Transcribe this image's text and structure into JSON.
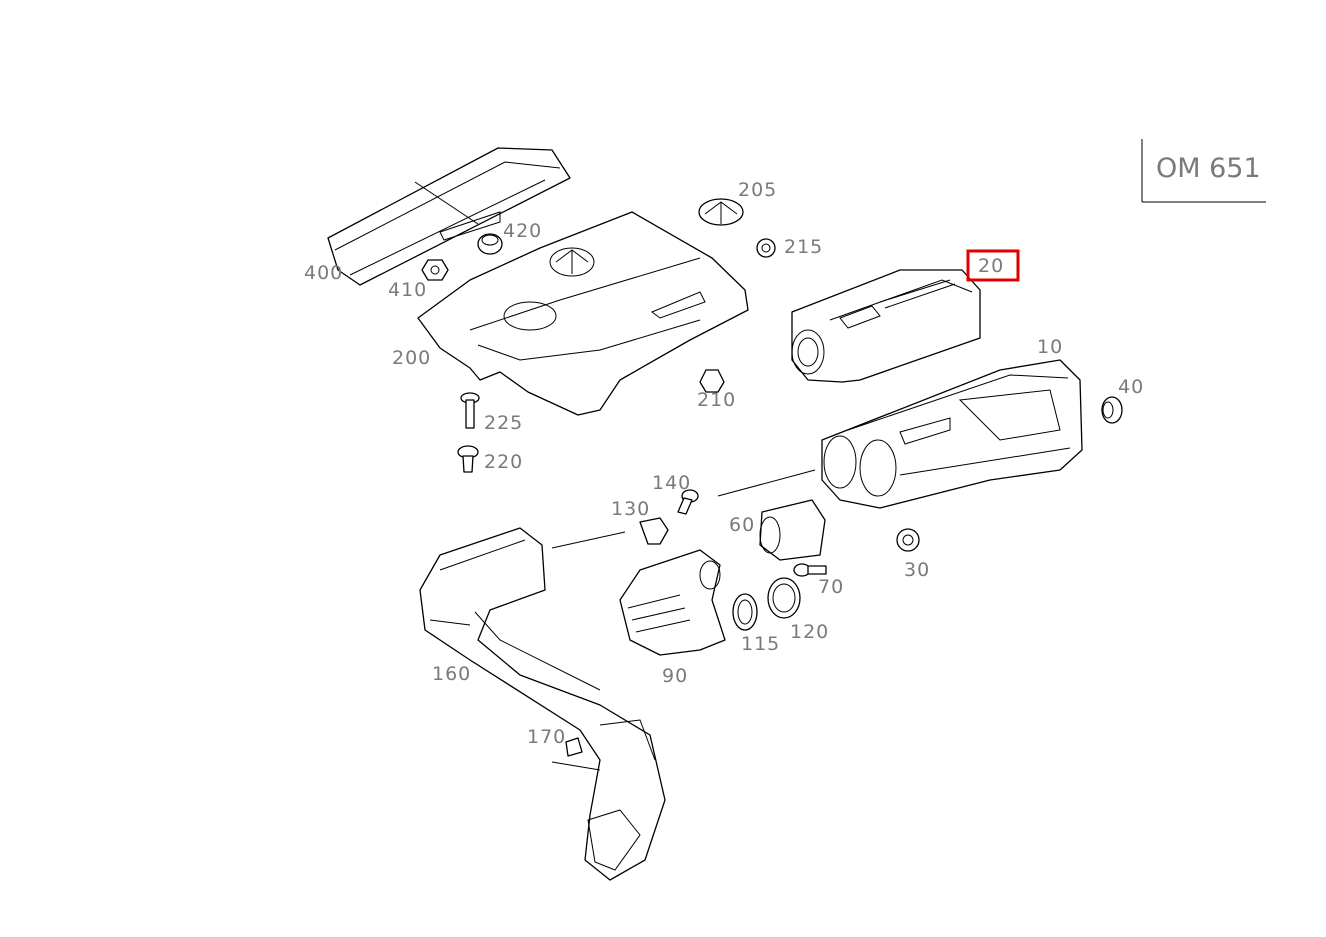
{
  "engine_code": "OM 651",
  "highlight_color": "#e00000",
  "highlighted_part": "20",
  "parts": [
    {
      "id": "p400",
      "label": "400"
    },
    {
      "id": "p410",
      "label": "410"
    },
    {
      "id": "p420",
      "label": "420"
    },
    {
      "id": "p200",
      "label": "200"
    },
    {
      "id": "p205",
      "label": "205"
    },
    {
      "id": "p215",
      "label": "215"
    },
    {
      "id": "p210",
      "label": "210"
    },
    {
      "id": "p225",
      "label": "225"
    },
    {
      "id": "p220",
      "label": "220"
    },
    {
      "id": "p20",
      "label": "20"
    },
    {
      "id": "p10",
      "label": "10"
    },
    {
      "id": "p40",
      "label": "40"
    },
    {
      "id": "p30",
      "label": "30"
    },
    {
      "id": "p140",
      "label": "140"
    },
    {
      "id": "p130",
      "label": "130"
    },
    {
      "id": "p60",
      "label": "60"
    },
    {
      "id": "p70",
      "label": "70"
    },
    {
      "id": "p115",
      "label": "115"
    },
    {
      "id": "p120",
      "label": "120"
    },
    {
      "id": "p90",
      "label": "90"
    },
    {
      "id": "p160",
      "label": "160"
    },
    {
      "id": "p170",
      "label": "170"
    }
  ]
}
